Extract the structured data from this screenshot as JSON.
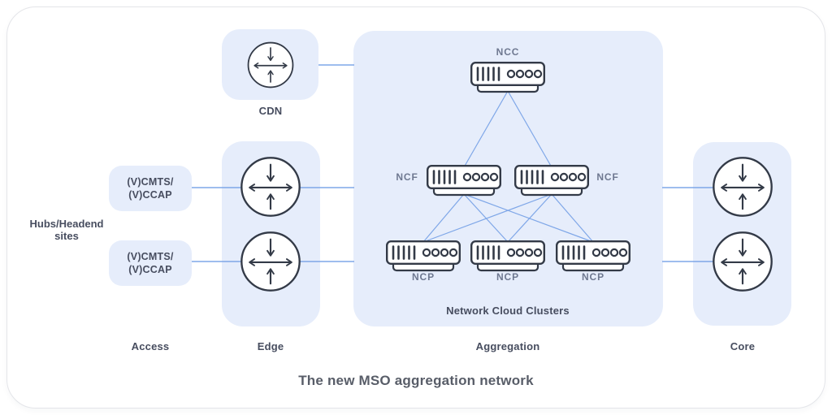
{
  "title": "The new MSO aggregation network",
  "column_labels": [
    "Access",
    "Edge",
    "Aggregation",
    "Core"
  ],
  "hubs_label": {
    "line1": "Hubs/Headend",
    "line2": "sites"
  },
  "access_nodes": [
    {
      "line1": "(V)CMTS/",
      "line2": "(V)CCAP"
    },
    {
      "line1": "(V)CMTS/",
      "line2": "(V)CCAP"
    }
  ],
  "cdn_label": "CDN",
  "aggregation": {
    "ncc_label": "NCC",
    "ncf_left_label": "NCF",
    "ncf_right_label": "NCF",
    "ncp_labels": [
      "NCP",
      "NCP",
      "NCP"
    ],
    "cluster_label": "Network Cloud Clusters"
  },
  "topology": {
    "links": [
      "cdn - aggregation-panel",
      "cmts-1 - edge-router-1",
      "cmts-2 - edge-router-2",
      "edge-router-1 - aggregation-panel",
      "edge-router-2 - aggregation-panel",
      "aggregation-panel - core-router-1",
      "aggregation-panel - core-router-2",
      "ncc - ncf-left",
      "ncc - ncf-right",
      "ncf-left - ncp-1",
      "ncf-left - ncp-2",
      "ncf-left - ncp-3",
      "ncf-right - ncp-1",
      "ncf-right - ncp-2",
      "ncf-right - ncp-3"
    ]
  },
  "colors": {
    "panel_fill": "#e6edfb",
    "connector": "#7fa7e8",
    "icon_stroke": "#333a47",
    "gray_label": "#6e7890",
    "dark_label": "#474d5f",
    "title_color": "#585d68"
  }
}
